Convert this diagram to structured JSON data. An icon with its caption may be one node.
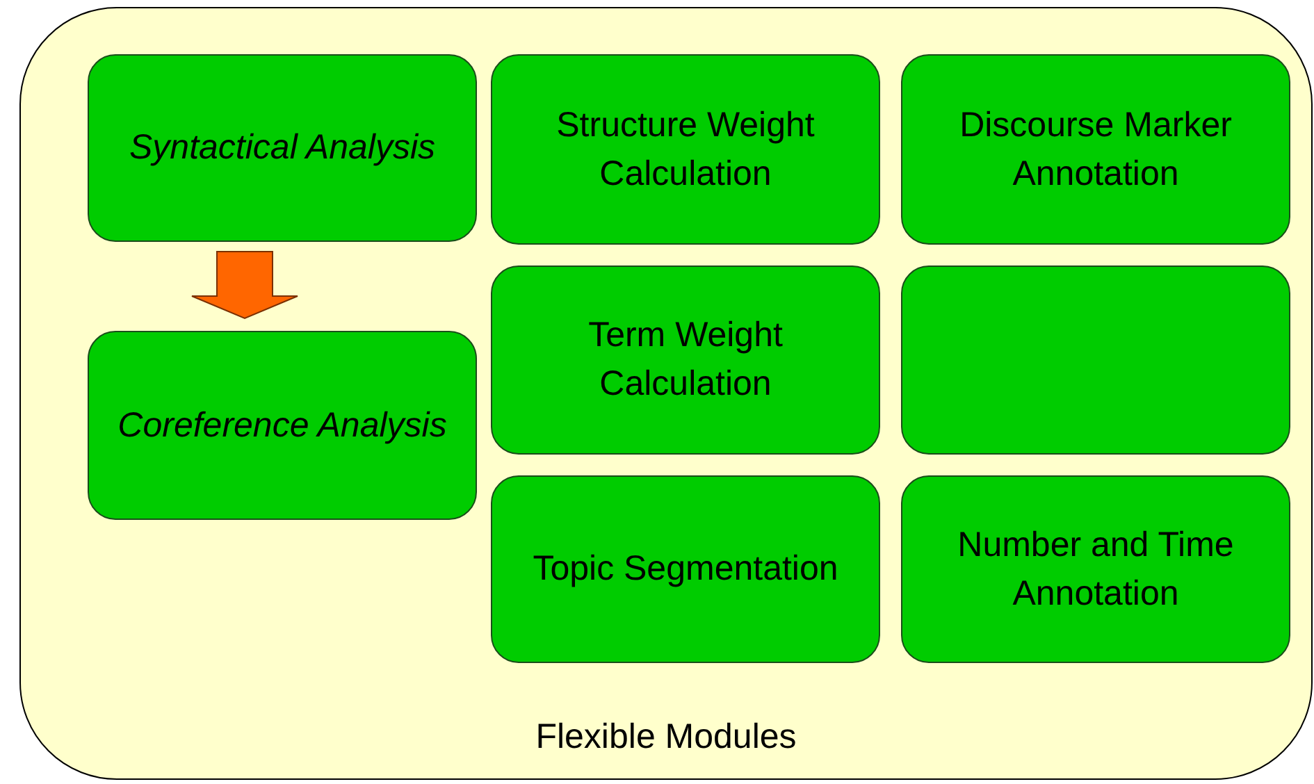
{
  "diagram": {
    "nodes": [
      {
        "text": [
          "Flexible Modules"
        ]
      },
      {
        "text": [
          "Syntactical Analysis"
        ],
        "in": 0
      },
      {
        "text": [
          "Structure Weight Calculation"
        ],
        "in": 0
      },
      {
        "text": [
          "Discourse Marker Annotation"
        ],
        "in": 0
      },
      {
        "text": [
          "Coreference Analysis"
        ],
        "in": 0
      },
      {
        "text": [
          "Term Weight Calculation"
        ],
        "in": 0
      },
      {
        "text": [],
        "shape": "box",
        "in": 0
      },
      {
        "text": [
          "Topic Segmentation"
        ],
        "in": 0
      },
      {
        "text": [
          "Number and Time Annotation"
        ],
        "in": 0
      }
    ],
    "edges": [
      {
        "from": 1,
        "to": 4,
        "arrow": "to",
        "style": "thick",
        "color": "#ff6600"
      }
    ]
  }
}
